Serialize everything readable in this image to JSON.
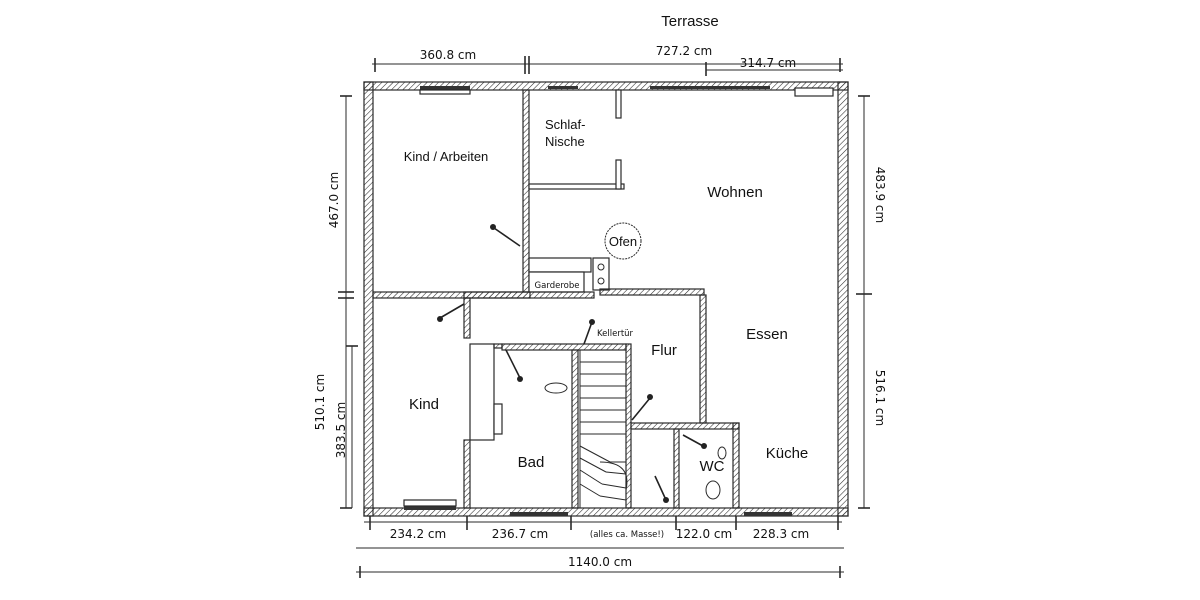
{
  "title": "Terrasse",
  "rooms": {
    "kind_arbeiten": "Kind / Arbeiten",
    "schlaf_line1": "Schlaf-",
    "schlaf_line2": "Nische",
    "wohnen": "Wohnen",
    "ofen": "Ofen",
    "garderobe": "Garderobe",
    "kellertur": "Kellertür",
    "flur": "Flur",
    "essen": "Essen",
    "kind": "Kind",
    "bad": "Bad",
    "wc": "WC",
    "kueche": "Küche"
  },
  "dimensions": {
    "top_left": "360.8 cm",
    "top_middle": "727.2 cm",
    "top_right": "314.7 cm",
    "left_upper": "467.0 cm",
    "left_lower_outer": "510.1 cm",
    "left_lower_inner": "383.5 cm",
    "right_upper": "483.9 cm",
    "right_lower": "516.1 cm",
    "bottom_1": "234.2 cm",
    "bottom_2": "236.7 cm",
    "bottom_note": "(alles ca. Masse!)",
    "bottom_3": "122.0 cm",
    "bottom_4": "228.3 cm",
    "bottom_total": "1140.0 cm"
  },
  "colors": {
    "line": "#2a2a2a",
    "background": "#ffffff"
  }
}
